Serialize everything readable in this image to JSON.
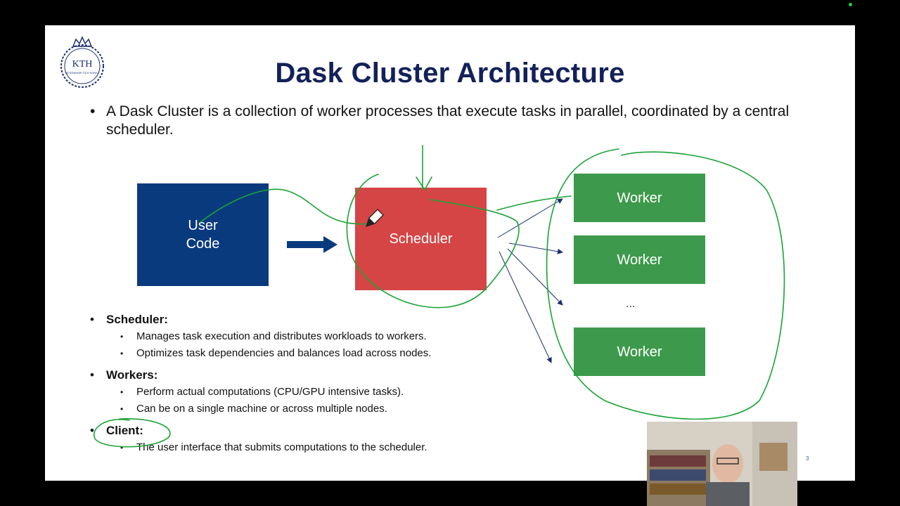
{
  "slide": {
    "logo_text": "KTH",
    "logo_subtext": "VETENSKAP OCH KONST",
    "title": "Dask Cluster Architecture",
    "intro": "A Dask Cluster is a collection of worker processes that execute tasks in parallel, coordinated by a central scheduler.",
    "bullet_glyph": "•",
    "diagram": {
      "user_code": "User\nCode",
      "scheduler": "Scheduler",
      "workers": [
        "Worker",
        "Worker",
        "Worker"
      ],
      "ellipsis": "..."
    },
    "sections": [
      {
        "heading": "Scheduler:",
        "items": [
          "Manages task execution and distributes workloads to workers.",
          "Optimizes task dependencies and balances load across nodes."
        ]
      },
      {
        "heading": "Workers:",
        "items": [
          "Perform actual computations (CPU/GPU intensive tasks).",
          "Can be on a single machine or across multiple nodes."
        ]
      },
      {
        "heading": "Client:",
        "items": [
          "The user interface that submits computations to the scheduler."
        ]
      }
    ],
    "page_number": "3"
  },
  "colors": {
    "title": "#13215a",
    "user_code_box": "#0a3a7e",
    "scheduler_box": "#d64545",
    "worker_box": "#3d9a4c",
    "annotation": "#1aa336"
  },
  "icons": {
    "cursor": "pen-cursor-icon"
  }
}
